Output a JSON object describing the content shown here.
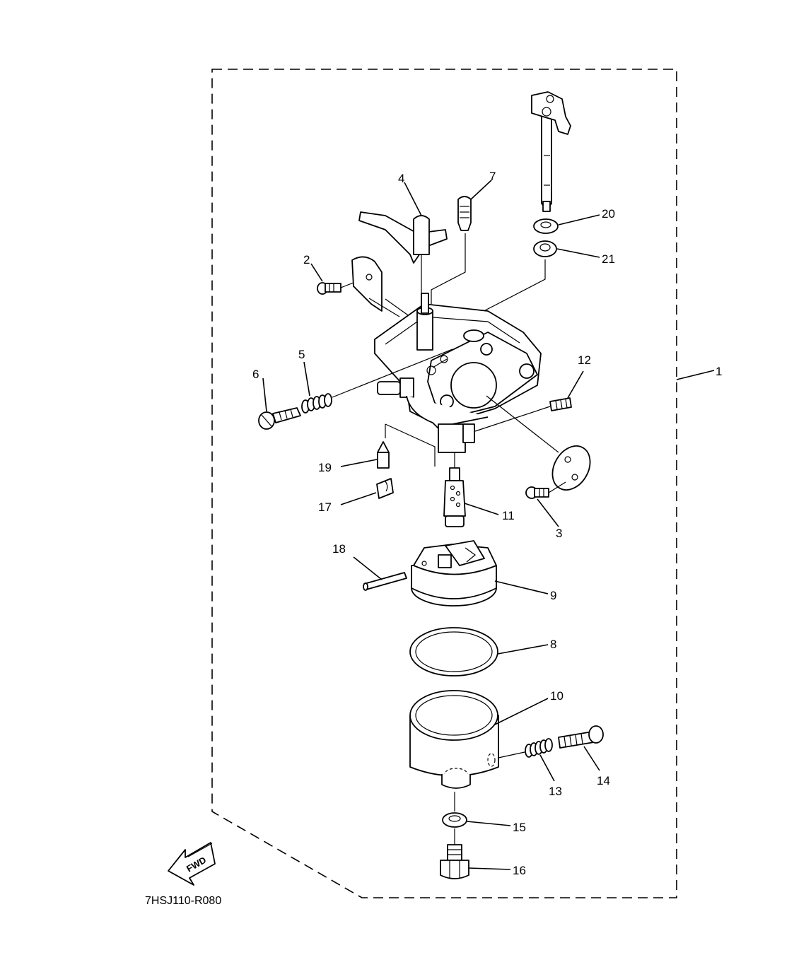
{
  "diagram": {
    "code": "7HSJ110-R080",
    "fwd_label": "FWD",
    "callouts": [
      "1",
      "2",
      "3",
      "4",
      "5",
      "6",
      "7",
      "8",
      "9",
      "10",
      "11",
      "12",
      "13",
      "14",
      "15",
      "16",
      "17",
      "18",
      "19",
      "20",
      "21"
    ]
  }
}
